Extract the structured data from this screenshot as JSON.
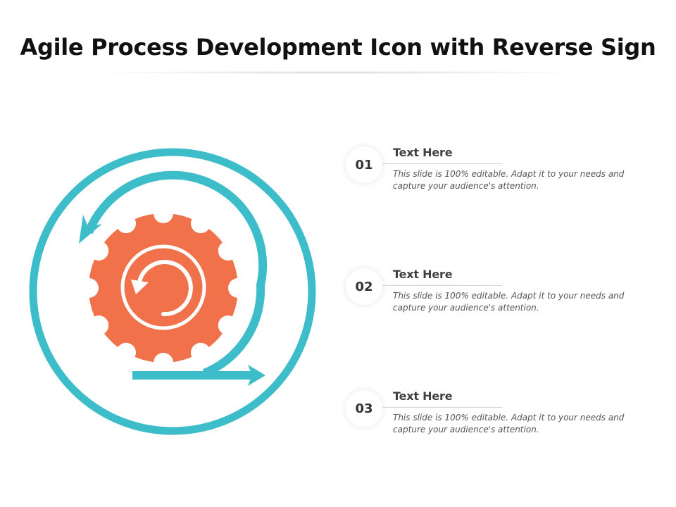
{
  "slide": {
    "title": "Agile Process Development Icon with Reverse Sign"
  },
  "colors": {
    "accent_teal": "#3DBDC9",
    "accent_orange": "#F0714A",
    "title_text": "#111111",
    "body_text": "#555555"
  },
  "graphic": {
    "icons": [
      "outer-circle",
      "spiral-arrow-icon",
      "gear-icon",
      "reverse-arrow-icon"
    ]
  },
  "items": [
    {
      "number": "01",
      "heading": "Text Here",
      "description": "This slide is 100% editable. Adapt it to your needs and capture your audience's attention."
    },
    {
      "number": "02",
      "heading": "Text Here",
      "description": "This slide is 100% editable. Adapt it to your needs and capture your audience's attention."
    },
    {
      "number": "03",
      "heading": "Text Here",
      "description": "This slide is 100% editable. Adapt it to your needs and capture your audience's attention."
    }
  ]
}
